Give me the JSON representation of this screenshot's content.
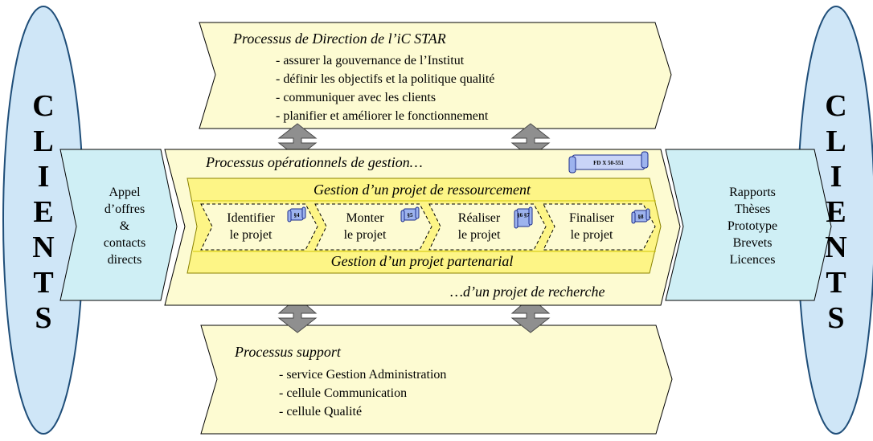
{
  "colors": {
    "ellipse_fill": "#cfe6f7",
    "panel_fill": "#fdfbd2",
    "band_fill": "#fdf586",
    "band_edge": "#d4c800",
    "arrow_fill": "#cfeff5",
    "connector_fill": "#8f8f8f",
    "doc_fill": "#9db3ee"
  },
  "left_clients": {
    "letters": [
      "C",
      "L",
      "I",
      "E",
      "N",
      "T",
      "S"
    ]
  },
  "right_clients": {
    "letters": [
      "C",
      "L",
      "I",
      "E",
      "N",
      "T",
      "S"
    ]
  },
  "input": {
    "lines": [
      "Appel",
      "d’offres",
      "&",
      "contacts",
      "directs"
    ]
  },
  "output": {
    "lines": [
      "Rapports",
      "Thèses",
      "Prototype",
      "Brevets",
      "Licences"
    ]
  },
  "direction": {
    "title": "Processus de Direction de l’iC STAR",
    "items": [
      "- assurer la gouvernance de l’Institut",
      "- définir les objectifs et la politique qualité",
      "- communiquer avec les clients",
      "- planifier et améliorer le fonctionnement"
    ]
  },
  "operational": {
    "title": "Processus opérationnels de gestion…",
    "ref_doc": "FD X 50-551",
    "band_top": "Gestion d’un projet de ressourcement",
    "band_bottom": "Gestion d’un projet partenarial",
    "footer": "…d’un projet de recherche",
    "steps": [
      {
        "line1": "Identifier",
        "line2": "le projet",
        "doc": "§4"
      },
      {
        "line1": "Monter",
        "line2": "le projet",
        "doc": "§5"
      },
      {
        "line1": "Réaliser",
        "line2": "le projet",
        "doc": "§6 §7"
      },
      {
        "line1": "Finaliser",
        "line2": "le projet",
        "doc": "§8"
      }
    ]
  },
  "support": {
    "title": "Processus support",
    "items": [
      "- service Gestion Administration",
      "- cellule Communication",
      "- cellule Qualité"
    ]
  }
}
